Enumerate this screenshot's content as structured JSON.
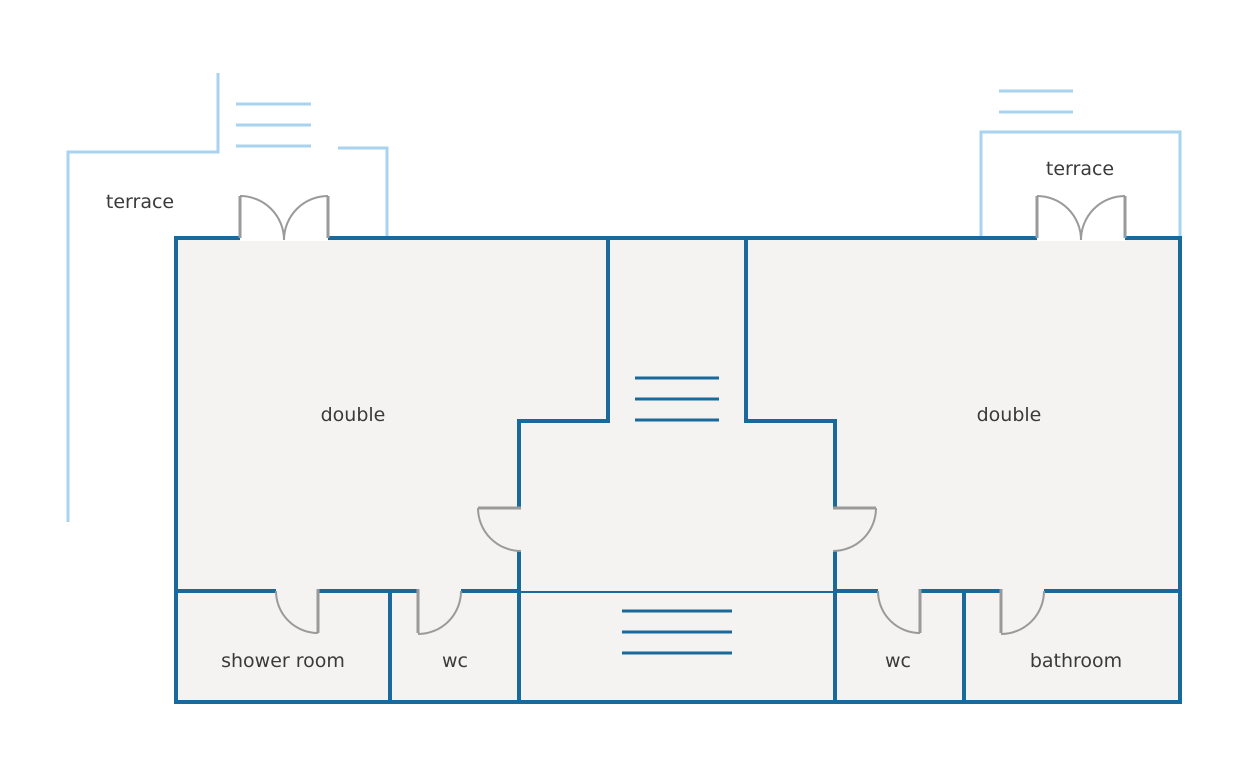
{
  "labels": {
    "terrace_left": "terrace",
    "terrace_right": "terrace",
    "double_left": "double",
    "double_right": "double",
    "shower_room": "shower room",
    "wc_left": "wc",
    "wc_right": "wc",
    "bathroom": "bathroom"
  },
  "colors": {
    "wall": "#19699a",
    "terrace": "#a9d3ee",
    "floor": "#f4f3f2",
    "door": "#9a9a9a",
    "text": "#3a3a3a"
  }
}
